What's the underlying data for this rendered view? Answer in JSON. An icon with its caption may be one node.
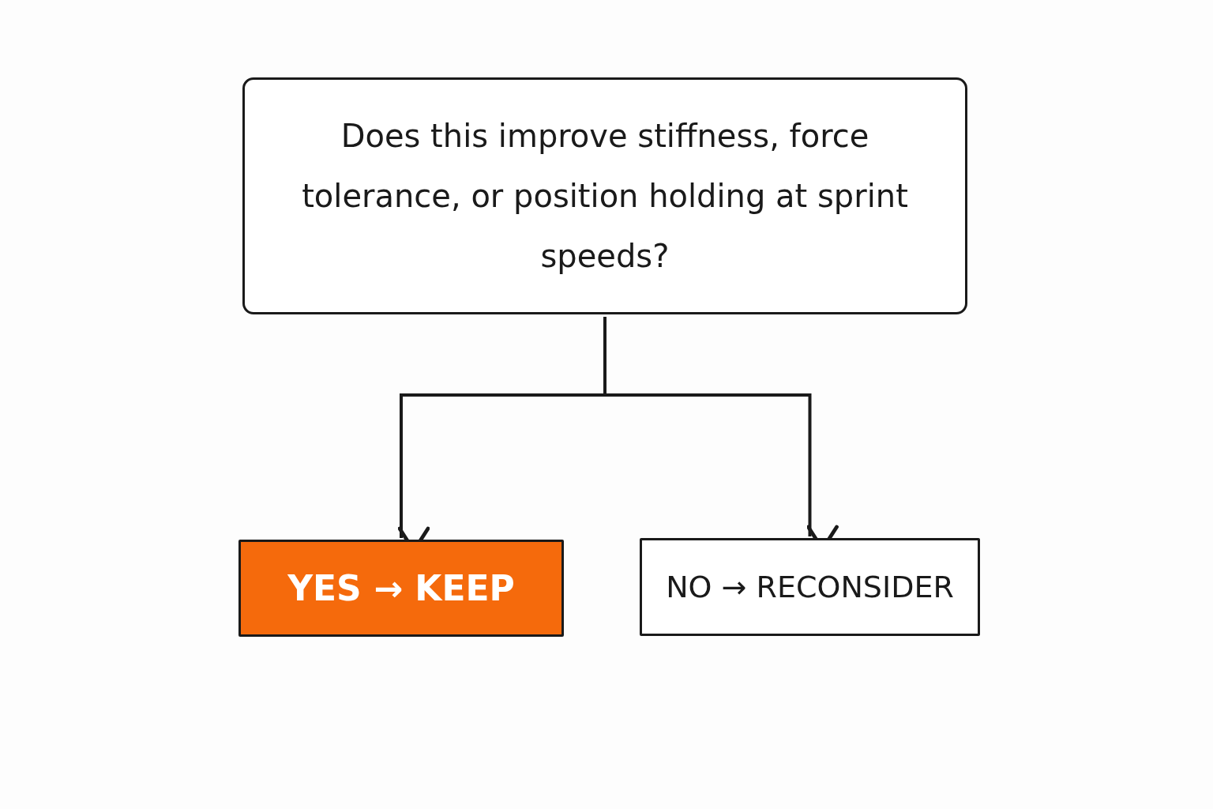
{
  "diagram": {
    "nodes": [
      {
        "text": [
          "Does this improve stiffness, force tolerance, or position holding at sprint speeds?"
        ]
      },
      {
        "text": [
          "YES → KEEP"
        ]
      },
      {
        "text": [
          "NO → RECONSIDER"
        ]
      }
    ],
    "edges": [
      {
        "from": 0,
        "to": 1,
        "arrow": "to"
      },
      {
        "from": 0,
        "to": 2,
        "arrow": "to"
      }
    ]
  }
}
